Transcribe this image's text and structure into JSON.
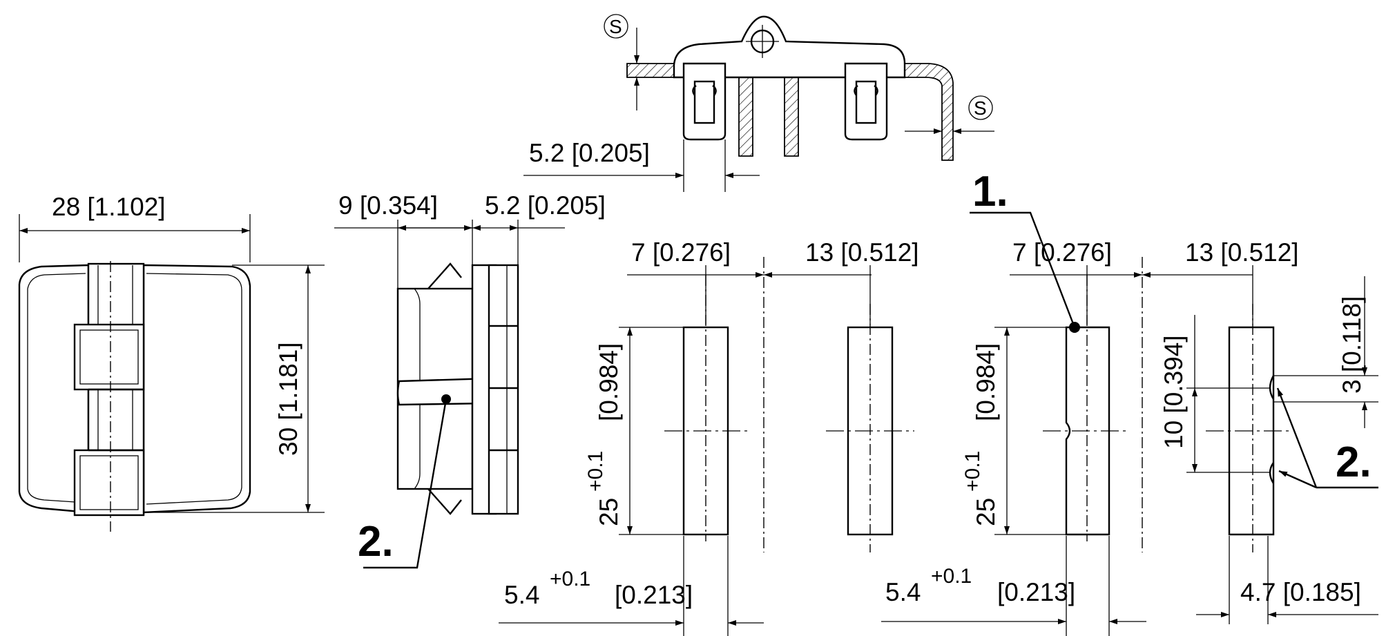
{
  "dimensions": {
    "width_28": "28 [1.102]",
    "height_30": "30 [1.181]",
    "depth_9": "9 [0.354]",
    "plate_52": "5.2 [0.205]",
    "top_52": "5.2 [0.205]",
    "c1_7": "7 [0.276]",
    "c1_13": "13 [0.512]",
    "c1_25": "25",
    "c1_25_tol": "+0.1",
    "c1_25_in": "[0.984]",
    "c1_54": "5.4",
    "c1_54_tol": "+0.1",
    "c1_54_in": "[0.213]",
    "c2_7": "7 [0.276]",
    "c2_13": "13 [0.512]",
    "c2_25": "25",
    "c2_25_tol": "+0.1",
    "c2_25_in": "[0.984]",
    "c2_54": "5.4",
    "c2_54_tol": "+0.1",
    "c2_54_in": "[0.213]",
    "c2_10": "10 [0.394]",
    "c2_3": "3 [0.118]",
    "c2_47": "4.7 [0.185]"
  },
  "callouts": {
    "side_view": "2.",
    "cutout_top": "1.",
    "cutout_right": "2."
  },
  "symbols": {
    "thickness_top": "S",
    "thickness_right": "S"
  }
}
